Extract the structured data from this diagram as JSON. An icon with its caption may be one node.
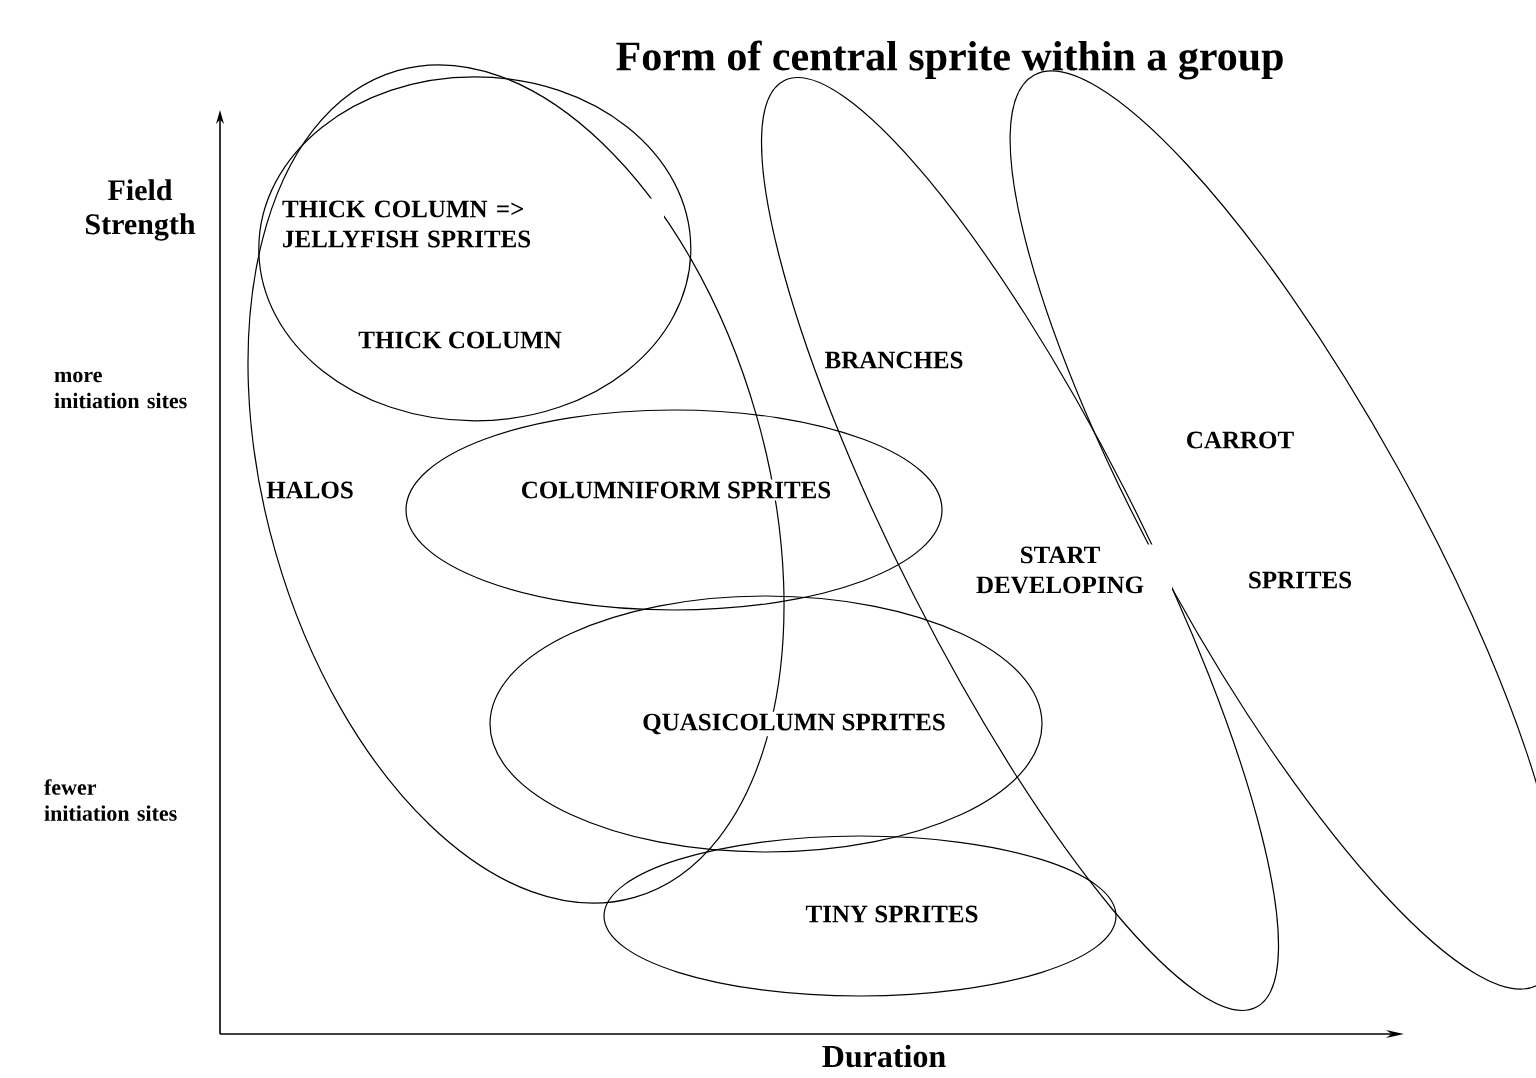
{
  "diagram": {
    "title": "Form of central sprite within a group",
    "nodes": [
      {
        "text": [
          "HALOS"
        ]
      },
      {
        "text": [
          "THICK COLUMN => JELLYFISH SPRITES",
          "THICK COLUMN"
        ],
        "in": 0
      },
      {
        "text": [
          "COLUMNIFORM SPRITES"
        ]
      },
      {
        "text": [
          "QUASICOLUMN SPRITES"
        ]
      },
      {
        "text": [
          "TINY SPRITES"
        ]
      },
      {
        "text": [
          "BRANCHES",
          "START DEVELOPING"
        ]
      },
      {
        "text": [
          "CARROT",
          "SPRITES"
        ]
      }
    ],
    "labels": [
      "Field Strength",
      "more initiation sites",
      "fewer initiation sites",
      "Duration"
    ]
  }
}
